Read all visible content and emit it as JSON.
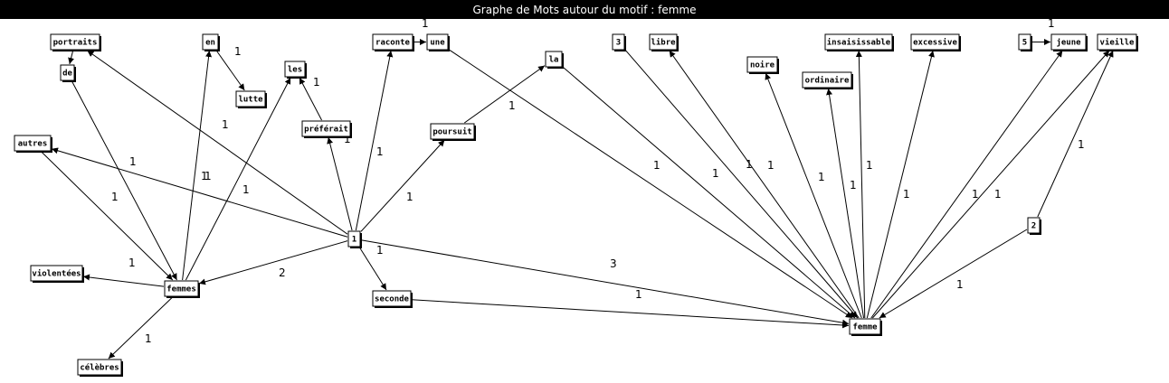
{
  "window": {
    "title": "Graphe de Mots autour du motif : femme"
  },
  "graph": {
    "nodes": [
      {
        "id": "portraits",
        "label": "portraits"
      },
      {
        "id": "de",
        "label": "de"
      },
      {
        "id": "en",
        "label": "en"
      },
      {
        "id": "lutte",
        "label": "lutte"
      },
      {
        "id": "les",
        "label": "les"
      },
      {
        "id": "prefereait",
        "label": "préférait"
      },
      {
        "id": "autres",
        "label": "autres"
      },
      {
        "id": "raconte",
        "label": "raconte"
      },
      {
        "id": "une",
        "label": "une"
      },
      {
        "id": "la",
        "label": "la"
      },
      {
        "id": "poursuit",
        "label": "poursuit"
      },
      {
        "id": "n3",
        "label": "3"
      },
      {
        "id": "libre",
        "label": "libre"
      },
      {
        "id": "noire",
        "label": "noire"
      },
      {
        "id": "insaisissable",
        "label": "insaisissable"
      },
      {
        "id": "ordinaire",
        "label": "ordinaire"
      },
      {
        "id": "excessive",
        "label": "excessive"
      },
      {
        "id": "n5",
        "label": "5"
      },
      {
        "id": "jeune",
        "label": "jeune"
      },
      {
        "id": "vieille",
        "label": "vieille"
      },
      {
        "id": "n1",
        "label": "1"
      },
      {
        "id": "n2",
        "label": "2"
      },
      {
        "id": "violentees",
        "label": "violentées"
      },
      {
        "id": "femmes",
        "label": "femmes"
      },
      {
        "id": "seconde",
        "label": "seconde"
      },
      {
        "id": "celebres",
        "label": "célèbres"
      },
      {
        "id": "femme",
        "label": "femme"
      }
    ],
    "edges": [
      {
        "from": "portraits",
        "to": "de",
        "weight": ""
      },
      {
        "from": "en",
        "to": "lutte",
        "weight": "1"
      },
      {
        "from": "prefereait",
        "to": "les",
        "weight": "1"
      },
      {
        "from": "raconte",
        "to": "une",
        "weight": "1"
      },
      {
        "from": "poursuit",
        "to": "la",
        "weight": "1"
      },
      {
        "from": "n5",
        "to": "jeune",
        "weight": "1"
      },
      {
        "from": "de",
        "to": "femmes",
        "weight": "1"
      },
      {
        "from": "autres",
        "to": "femmes",
        "weight": "1"
      },
      {
        "from": "femmes",
        "to": "en",
        "weight": "1"
      },
      {
        "from": "femmes",
        "to": "les",
        "weight": "1"
      },
      {
        "from": "femmes",
        "to": "violentees",
        "weight": "1"
      },
      {
        "from": "femmes",
        "to": "celebres",
        "weight": "1"
      },
      {
        "from": "n1",
        "to": "portraits",
        "weight": "1"
      },
      {
        "from": "n1",
        "to": "autres",
        "weight": ""
      },
      {
        "from": "n1",
        "to": "prefereait",
        "weight": "1"
      },
      {
        "from": "n1",
        "to": "raconte",
        "weight": "1"
      },
      {
        "from": "n1",
        "to": "poursuit",
        "weight": "1"
      },
      {
        "from": "n1",
        "to": "femmes",
        "weight": "2"
      },
      {
        "from": "n1",
        "to": "seconde",
        "weight": "1"
      },
      {
        "from": "n1",
        "to": "femme",
        "weight": "3"
      },
      {
        "from": "seconde",
        "to": "femme",
        "weight": "1"
      },
      {
        "from": "une",
        "to": "femme",
        "weight": "1"
      },
      {
        "from": "la",
        "to": "femme",
        "weight": "1"
      },
      {
        "from": "n3",
        "to": "femme",
        "weight": "1"
      },
      {
        "from": "femme",
        "to": "libre",
        "weight": "1"
      },
      {
        "from": "femme",
        "to": "noire",
        "weight": "1"
      },
      {
        "from": "femme",
        "to": "ordinaire",
        "weight": "1"
      },
      {
        "from": "femme",
        "to": "insaisissable",
        "weight": "1"
      },
      {
        "from": "femme",
        "to": "excessive",
        "weight": "1"
      },
      {
        "from": "femme",
        "to": "jeune",
        "weight": "1"
      },
      {
        "from": "femme",
        "to": "vieille",
        "weight": "1"
      },
      {
        "from": "n2",
        "to": "vieille",
        "weight": "1"
      },
      {
        "from": "n2",
        "to": "femme",
        "weight": "1"
      }
    ]
  }
}
